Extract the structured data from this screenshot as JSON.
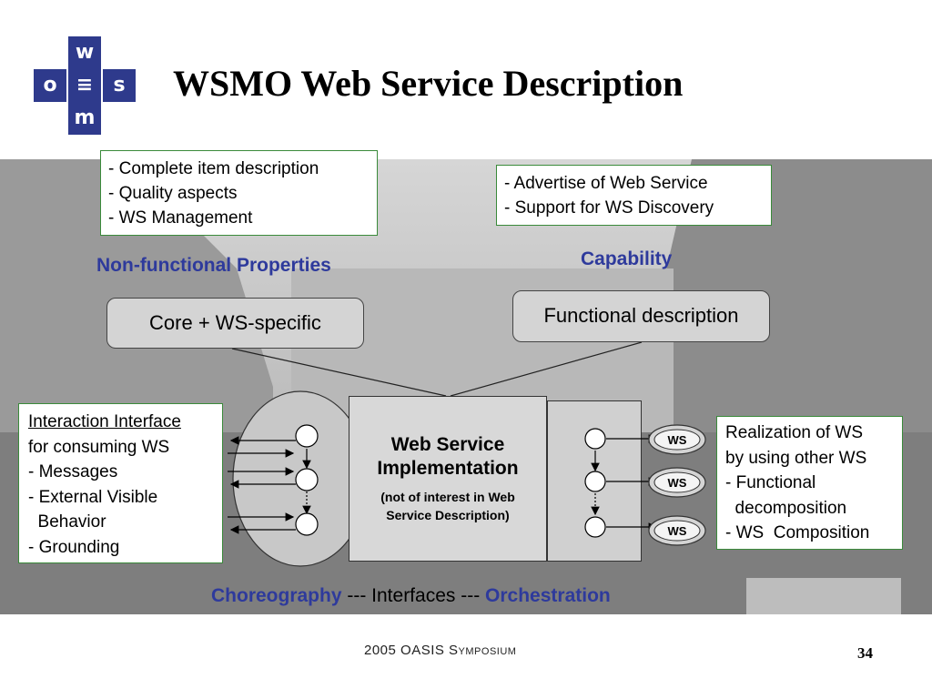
{
  "title": "WSMO Web Service Description",
  "logo": {
    "letters": [
      "w",
      "o",
      "s",
      "m"
    ],
    "center_glyph": "≡",
    "color": "#2e3a8c"
  },
  "nfp_note": {
    "lines": [
      "- Complete item description",
      "- Quality aspects",
      "- WS Management"
    ]
  },
  "cap_note": {
    "lines": [
      "- Advertise of Web Service",
      "- Support for WS Discovery"
    ]
  },
  "nfp_heading": "Non-functional Properties",
  "cap_heading": "Capability",
  "core_box": "Core + WS-specific",
  "func_box": "Functional description",
  "interaction_note": {
    "title": "Interaction Interface",
    "lines": [
      "for consuming WS",
      "- Messages",
      "- External Visible",
      "  Behavior",
      "- Grounding"
    ]
  },
  "ws_impl": {
    "title_line1": "Web Service",
    "title_line2": "Implementation",
    "sub_line1": "(not of interest in Web",
    "sub_line2": "Service Description)"
  },
  "ws_badge": "WS",
  "realization_note": {
    "lines": [
      "Realization of WS",
      "by using other WS",
      "- Functional",
      "  decomposition",
      "- WS  Composition"
    ]
  },
  "bottom": {
    "choreography": "Choreography",
    "middle": " --- Interfaces --- ",
    "orchestration": "Orchestration"
  },
  "footer": {
    "left": "2005 OASIS Symposium",
    "page": "34"
  },
  "colors": {
    "accent_blue": "#2e3a9c",
    "note_border": "#3a8a3a"
  }
}
